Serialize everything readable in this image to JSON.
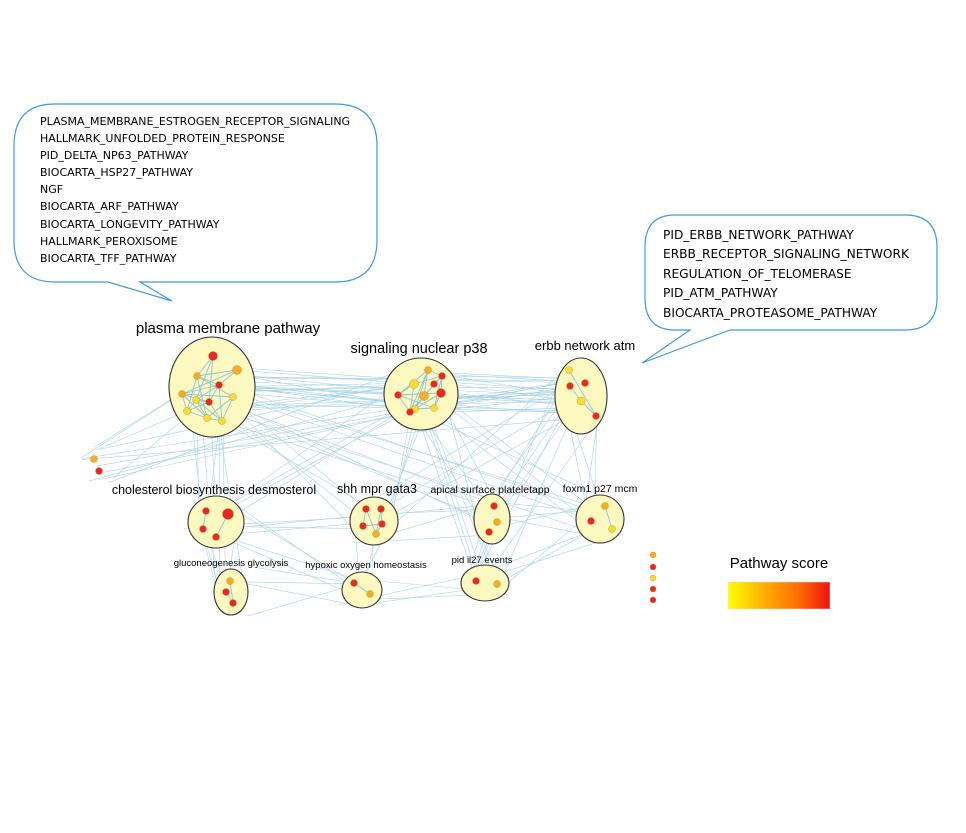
{
  "callouts": {
    "left": {
      "items": [
        "PLASMA_MEMBRANE_ESTROGEN_RECEPTOR_SIGNALING",
        "HALLMARK_UNFOLDED_PROTEIN_RESPONSE",
        "PID_DELTA_NP63_PATHWAY",
        "BIOCARTA_HSP27_PATHWAY",
        "NGF",
        "BIOCARTA_ARF_PATHWAY",
        "BIOCARTA_LONGEVITY_PATHWAY",
        "HALLMARK_PEROXISOME",
        "BIOCARTA_TFF_PATHWAY"
      ]
    },
    "right": {
      "items": [
        "PID_ERBB_NETWORK_PATHWAY",
        "ERBB_RECEPTOR_SIGNALING_NETWORK",
        "REGULATION_OF_TELOMERASE",
        "PID_ATM_PATHWAY",
        "BIOCARTA_PROTEASOME_PATHWAY"
      ]
    }
  },
  "clusters": [
    {
      "id": "plasma",
      "label": "plasma membrane pathway"
    },
    {
      "id": "p38",
      "label": "signaling nuclear p38"
    },
    {
      "id": "erbb",
      "label": "erbb network atm"
    },
    {
      "id": "chol",
      "label": "cholesterol biosynthesis desmosterol"
    },
    {
      "id": "shh",
      "label": "shh mpr gata3"
    },
    {
      "id": "apical",
      "label": "apical surface plateletapp"
    },
    {
      "id": "foxm1",
      "label": "foxm1 p27 mcm"
    },
    {
      "id": "gluco",
      "label": "gluconeogenesis glycolysis"
    },
    {
      "id": "hypoxic",
      "label": "hypoxic oxygen homeostasis"
    },
    {
      "id": "pid",
      "label": "pid il27 events"
    }
  ],
  "legend": {
    "title": "Pathway score",
    "gradient": [
      "#ffff00",
      "#ffb000",
      "#ff6a00",
      "#ee1111"
    ]
  },
  "colors": {
    "cluster_fill": "#fbf8c0",
    "cluster_stroke": "#333333",
    "edge": "#a9d3e6",
    "callout_stroke": "#3f9ae0",
    "node_red": "#e8272a",
    "node_orange": "#f2ad2c",
    "node_yellow": "#f6dc3a"
  }
}
